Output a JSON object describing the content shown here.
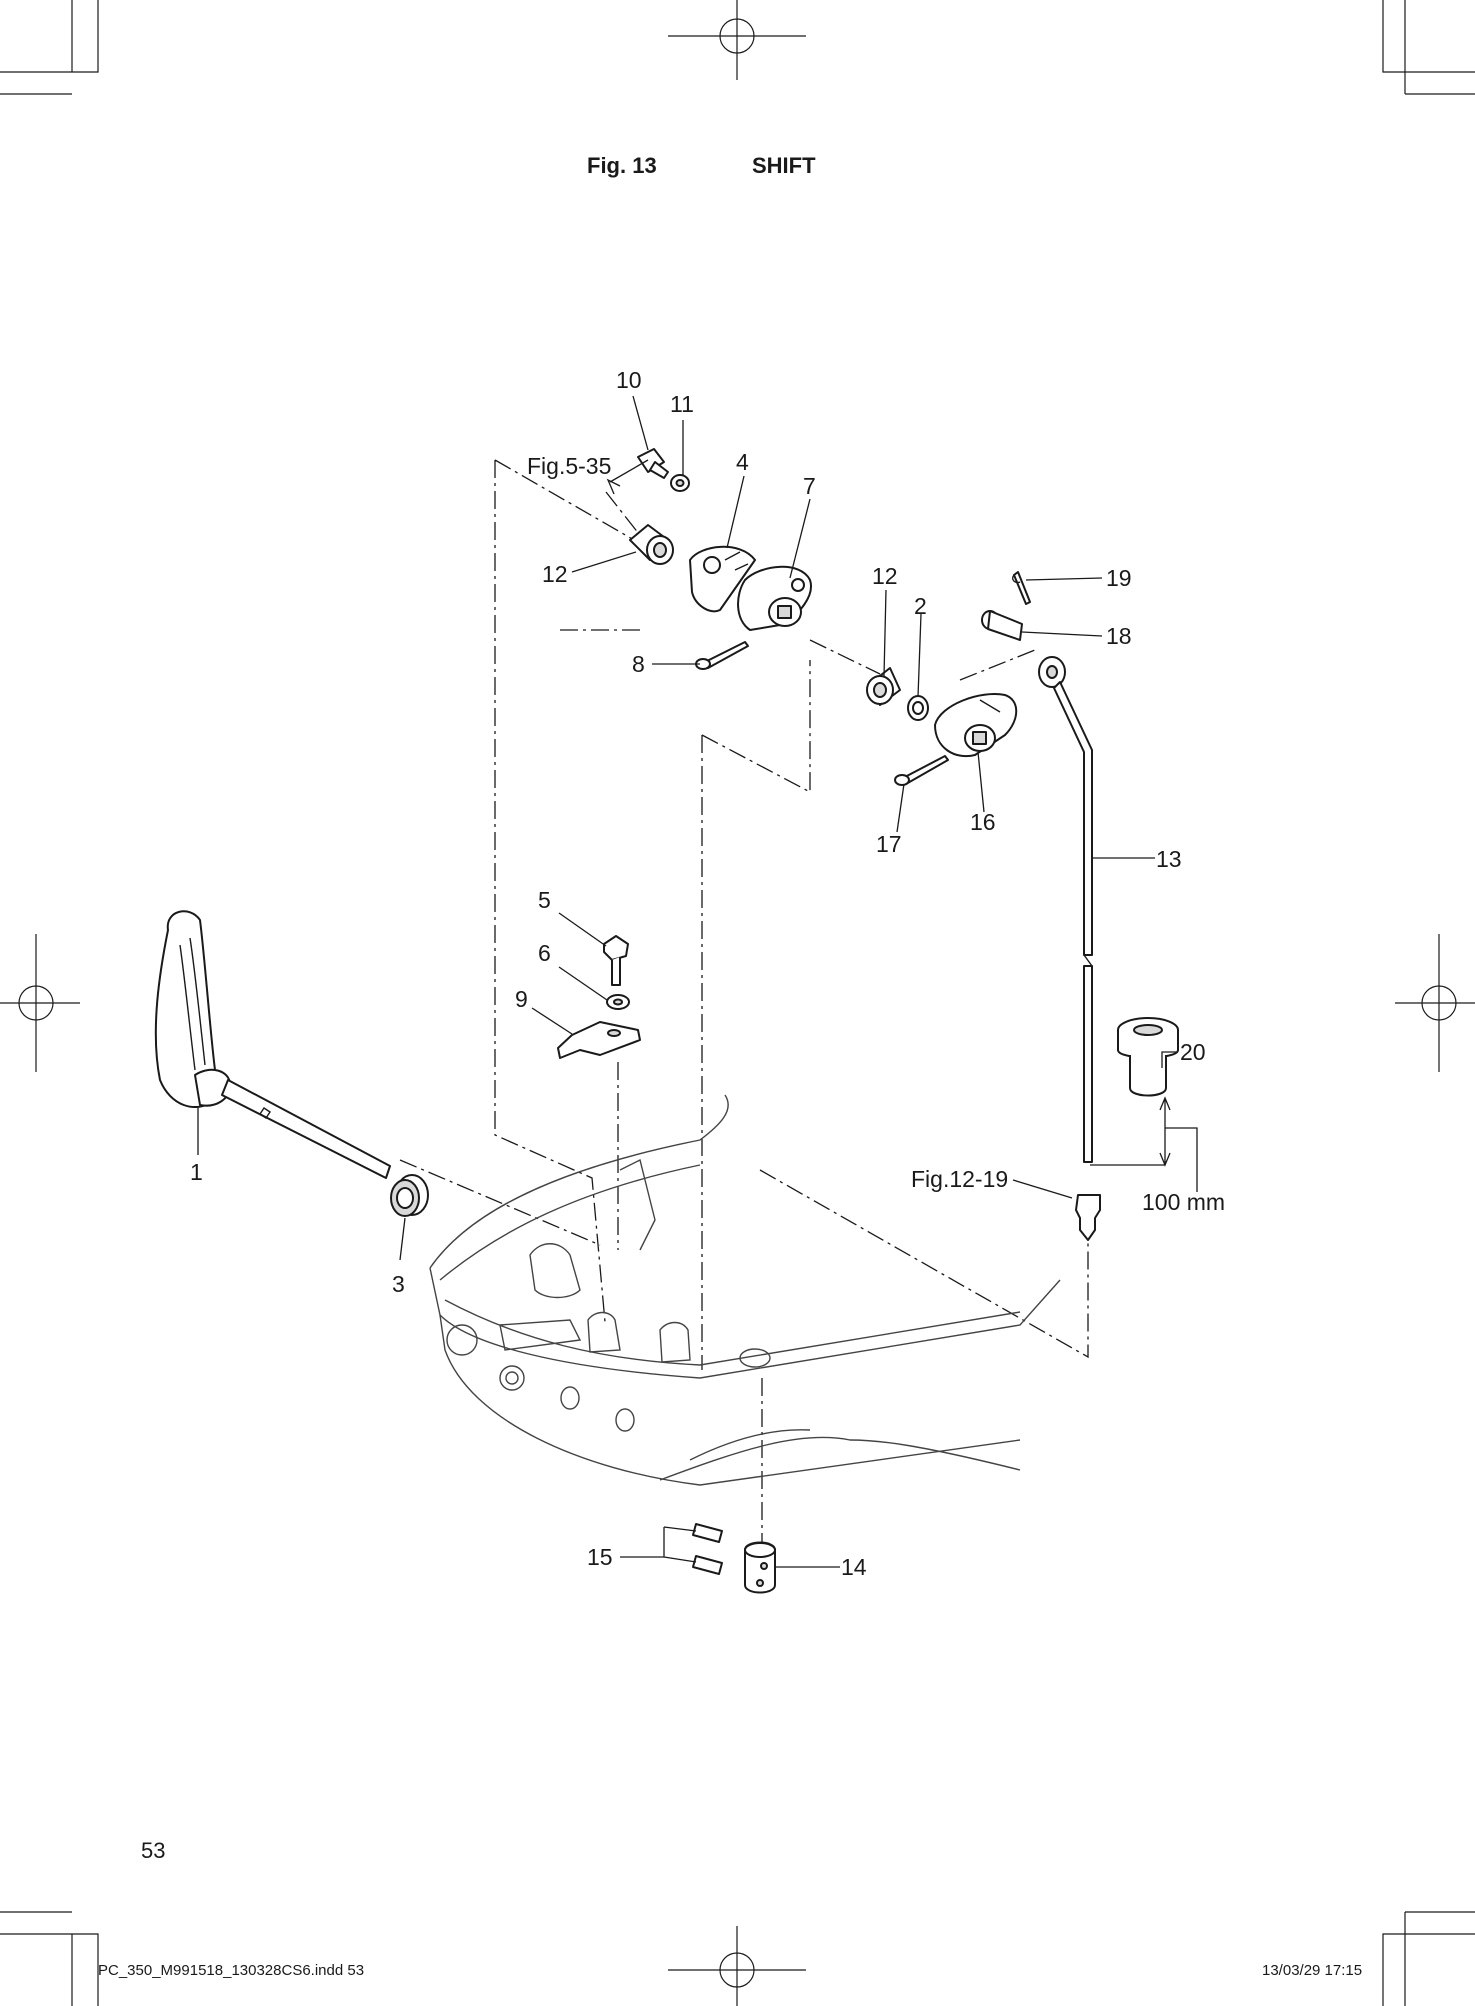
{
  "figure": {
    "number": "Fig. 13",
    "title": "SHIFT"
  },
  "callouts": [
    {
      "id": "c10",
      "text": "10"
    },
    {
      "id": "c11",
      "text": "11"
    },
    {
      "id": "c4",
      "text": "4"
    },
    {
      "id": "c7",
      "text": "7"
    },
    {
      "id": "c12a",
      "text": "12"
    },
    {
      "id": "c8",
      "text": "8"
    },
    {
      "id": "c12b",
      "text": "12"
    },
    {
      "id": "c2",
      "text": "2"
    },
    {
      "id": "c19",
      "text": "19"
    },
    {
      "id": "c18",
      "text": "18"
    },
    {
      "id": "c17",
      "text": "17"
    },
    {
      "id": "c16",
      "text": "16"
    },
    {
      "id": "c13",
      "text": "13"
    },
    {
      "id": "c5",
      "text": "5"
    },
    {
      "id": "c6",
      "text": "6"
    },
    {
      "id": "c9",
      "text": "9"
    },
    {
      "id": "c20",
      "text": "20"
    },
    {
      "id": "c1",
      "text": "1"
    },
    {
      "id": "c3",
      "text": "3"
    },
    {
      "id": "c15",
      "text": "15"
    },
    {
      "id": "c14",
      "text": "14"
    }
  ],
  "references": {
    "fig5": "Fig.5-35",
    "fig12": "Fig.12-19"
  },
  "dimension": {
    "text": "100 mm"
  },
  "page": {
    "number": "53",
    "file_slug": "PC_350_M991518_130328CS6.indd  53",
    "timestamp": "13/03/29  17:15"
  }
}
